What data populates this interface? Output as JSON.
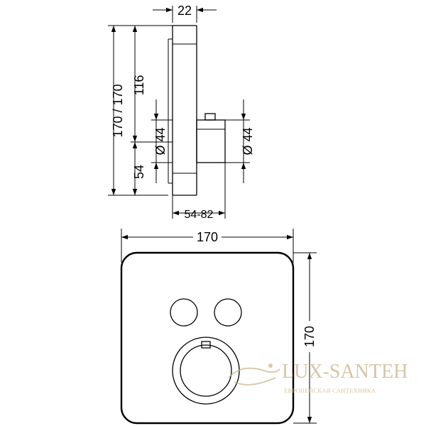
{
  "side_view": {
    "width_top": "22",
    "total_height": "170 / 170",
    "upper_height": "116",
    "diameter_left": "Ø 44",
    "lower_height": "54",
    "diameter_right": "Ø 44",
    "depth_range": "54-82"
  },
  "front_view": {
    "width": "170",
    "height": "170"
  },
  "watermark": {
    "brand": "LUX-SANTEH",
    "tagline": "ЕВРОПЕЙСКАЯ САНТЕХНИКА"
  }
}
